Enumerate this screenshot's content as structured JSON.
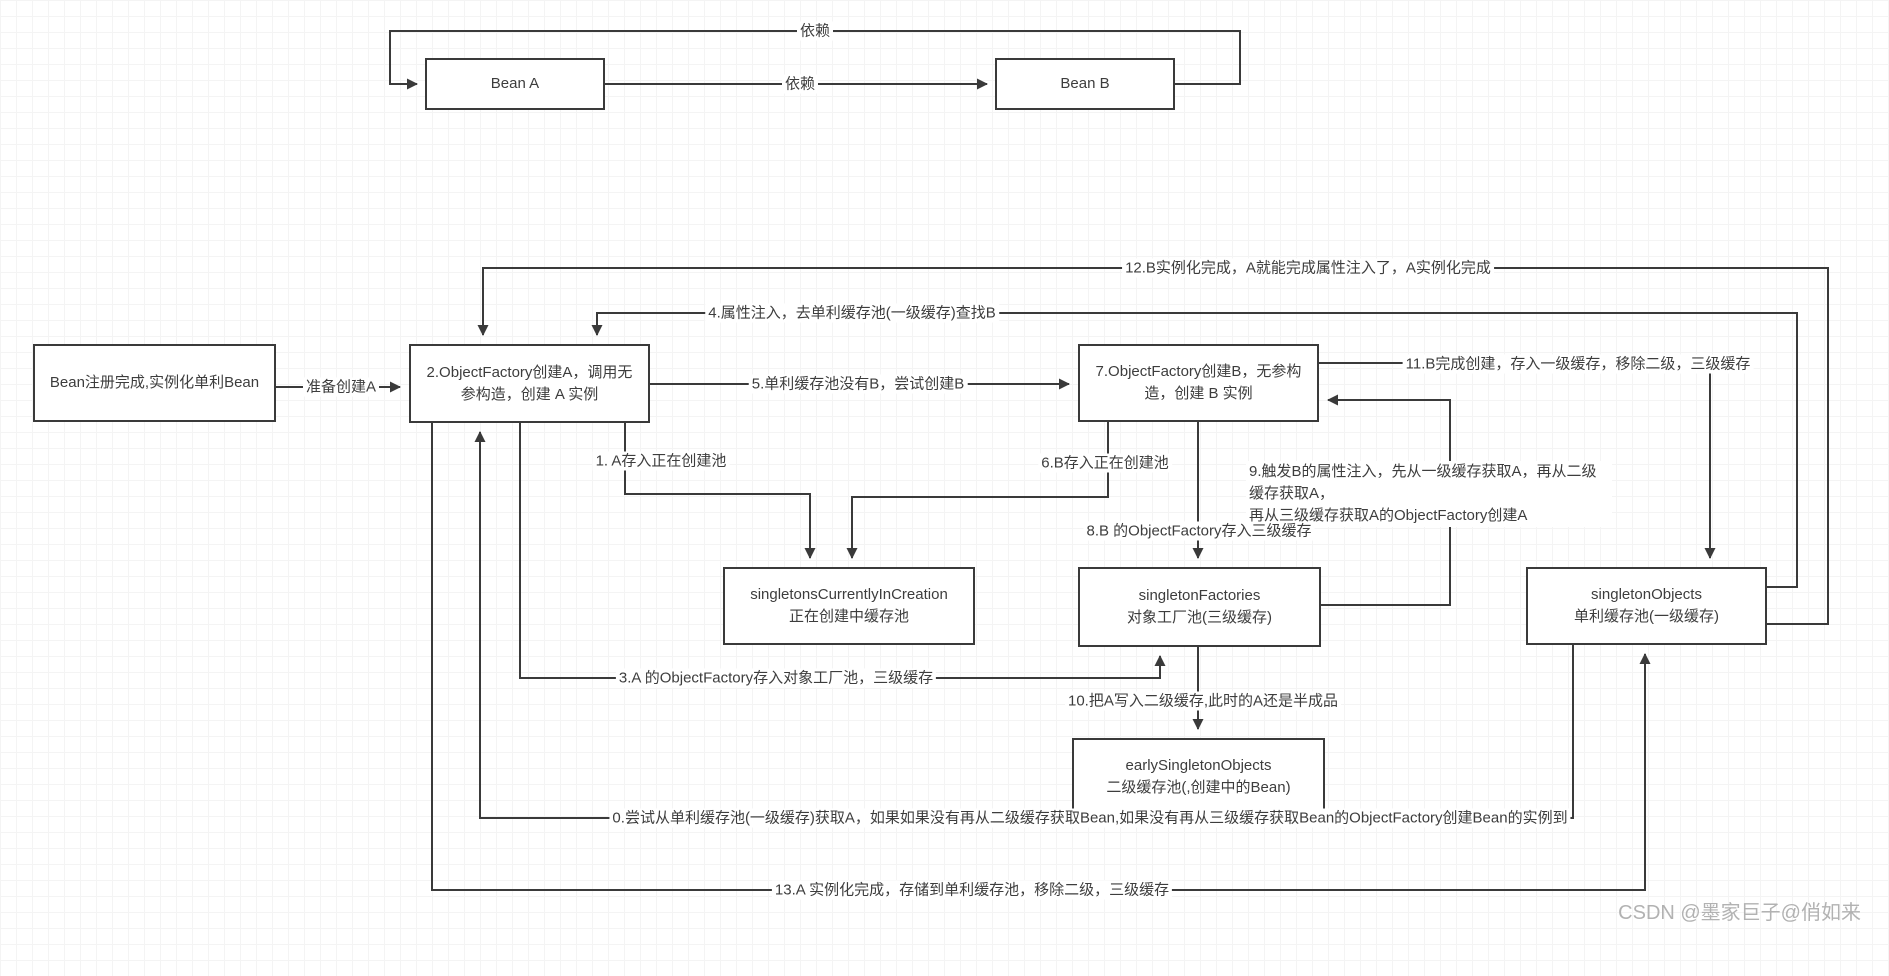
{
  "diagram": {
    "top": {
      "bean_a": "Bean A",
      "bean_b": "Bean B",
      "dep_top": "依赖",
      "dep_mid": "依赖"
    },
    "nodes": {
      "start": "Bean注册完成,实例化单利Bean",
      "create_a": "2.ObjectFactory创建A，调用无参构造，创建 A 实例",
      "create_b": "7.ObjectFactory创建B，无参构造，创建 B 实例",
      "in_creation_title": "singletonsCurrentlyInCreation",
      "in_creation_sub": "正在创建中缓存池",
      "factories_title": "singletonFactories",
      "factories_sub": "对象工厂池(三级缓存)",
      "singleton_title": "singletonObjects",
      "singleton_sub": "单利缓存池(一级缓存)",
      "early_title": "earlySingletonObjects",
      "early_sub": "二级缓存池(,创建中的Bean)"
    },
    "edges": {
      "prepare": "准备创建A",
      "e0": "0.尝试从单利缓存池(一级缓存)获取A，如果如果没有再从二级缓存获取Bean,如果没有再从三级缓存获取Bean的ObjectFactory创建Bean的实例到",
      "e1": "1. A存入正在创建池",
      "e3": "3.A 的ObjectFactory存入对象工厂池，三级缓存",
      "e4": "4.属性注入，去单利缓存池(一级缓存)查找B",
      "e5": "5.单利缓存池没有B，尝试创建B",
      "e6": "6.B存入正在创建池",
      "e8": "8.B 的ObjectFactory存入三级缓存",
      "e9a": "9.触发B的属性注入，先从一级缓存获取A，再从二级缓存获取A，",
      "e9b": "再从三级缓存获取A的ObjectFactory创建A",
      "e10": "10.把A写入二级缓存,此时的A还是半成品",
      "e11": "11.B完成创建，存入一级缓存，移除二级，三级缓存",
      "e12": "12.B实例化完成，A就能完成属性注入了，A实例化完成",
      "e13": "13.A 实例化完成，存储到单利缓存池，移除二级，三级缓存"
    },
    "watermark": "CSDN @墨家巨子@俏如来"
  }
}
